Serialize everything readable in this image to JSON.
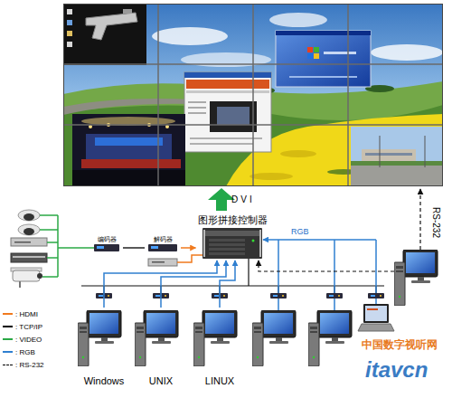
{
  "diagram": {
    "nodes": [
      {
        "text": [
          "图形拼接控制器"
        ]
      },
      {
        "text": [
          "编码器"
        ]
      },
      {
        "text": [
          "解码器"
        ]
      },
      {
        "text": [
          "Windows"
        ]
      },
      {
        "text": [
          "UNIX"
        ]
      },
      {
        "text": [
          "LINUX"
        ]
      }
    ],
    "edges": [
      {
        "from": 1,
        "to": 2,
        "arrow": "none"
      },
      {
        "from": 2,
        "to": 0,
        "arrow": "to"
      },
      {
        "from": 3,
        "to": 0,
        "arrow": "to"
      },
      {
        "from": 4,
        "to": 0,
        "arrow": "to"
      },
      {
        "from": 5,
        "to": 0,
        "arrow": "to"
      }
    ],
    "labels": [
      "DVI",
      "RGB",
      "RS-232",
      "中国数字视听网",
      "itavcn"
    ],
    "legend": [
      {
        "text": ": HDMI",
        "color": "#f07a1e"
      },
      {
        "text": ": TCP/IP",
        "color": "#000000"
      },
      {
        "text": ": VIDEO",
        "color": "#2aa845"
      },
      {
        "text": ": RGB",
        "color": "#2f7fd0"
      },
      {
        "text": ": RS-232"
      }
    ]
  }
}
